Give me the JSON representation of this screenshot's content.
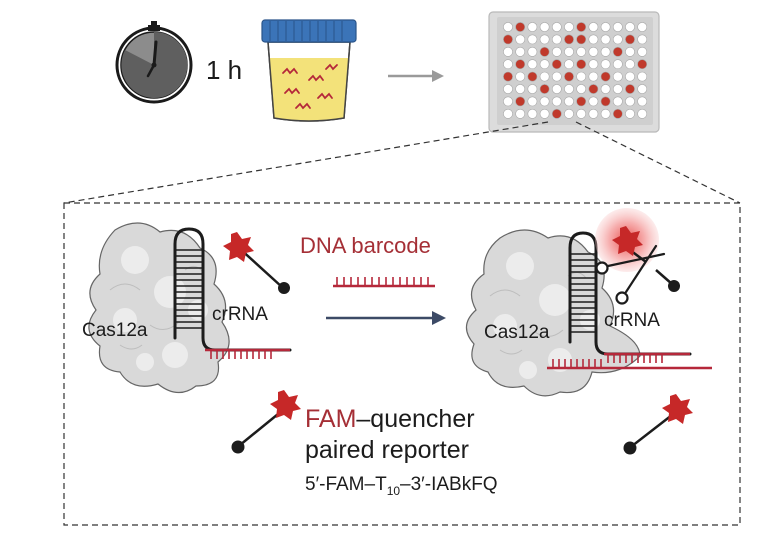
{
  "top_row": {
    "time_label": "1 h"
  },
  "plate": {
    "columns": 12,
    "rows": 8,
    "positive_wells": [
      [
        0,
        1
      ],
      [
        0,
        6
      ],
      [
        1,
        0
      ],
      [
        1,
        5
      ],
      [
        1,
        6
      ],
      [
        1,
        10
      ],
      [
        2,
        3
      ],
      [
        2,
        9
      ],
      [
        3,
        1
      ],
      [
        3,
        4
      ],
      [
        3,
        6
      ],
      [
        3,
        11
      ],
      [
        4,
        0
      ],
      [
        4,
        2
      ],
      [
        4,
        5
      ],
      [
        4,
        8
      ],
      [
        5,
        3
      ],
      [
        5,
        7
      ],
      [
        5,
        10
      ],
      [
        6,
        1
      ],
      [
        6,
        6
      ],
      [
        6,
        8
      ],
      [
        7,
        4
      ],
      [
        7,
        9
      ]
    ],
    "colors": {
      "positive": "#c0392b",
      "negative": "#ffffff",
      "frame": "#dcdcdc"
    }
  },
  "detail": {
    "barcode_label": "DNA barcode",
    "left_protein_label": "Cas12a",
    "left_crrna_label": "crRNA",
    "right_protein_label": "Cas12a",
    "right_crrna_label": "crRNA",
    "reporter_fam": "FAM",
    "reporter_title_rest": "–quencher",
    "reporter_line2": "paired reporter",
    "sequence_prefix": "5′-FAM–T",
    "sequence_sub": "10",
    "sequence_suffix": "–3′-IABkFQ"
  },
  "colors": {
    "dna_red": "#b5283a",
    "fam_red": "#c62828",
    "arrow_navy": "#3c4a66",
    "arrow_gray": "#9a9a9a",
    "protein_gray": "#d7d7d7",
    "ink": "#1c1c1c",
    "barcode_text": "#a52f36"
  }
}
